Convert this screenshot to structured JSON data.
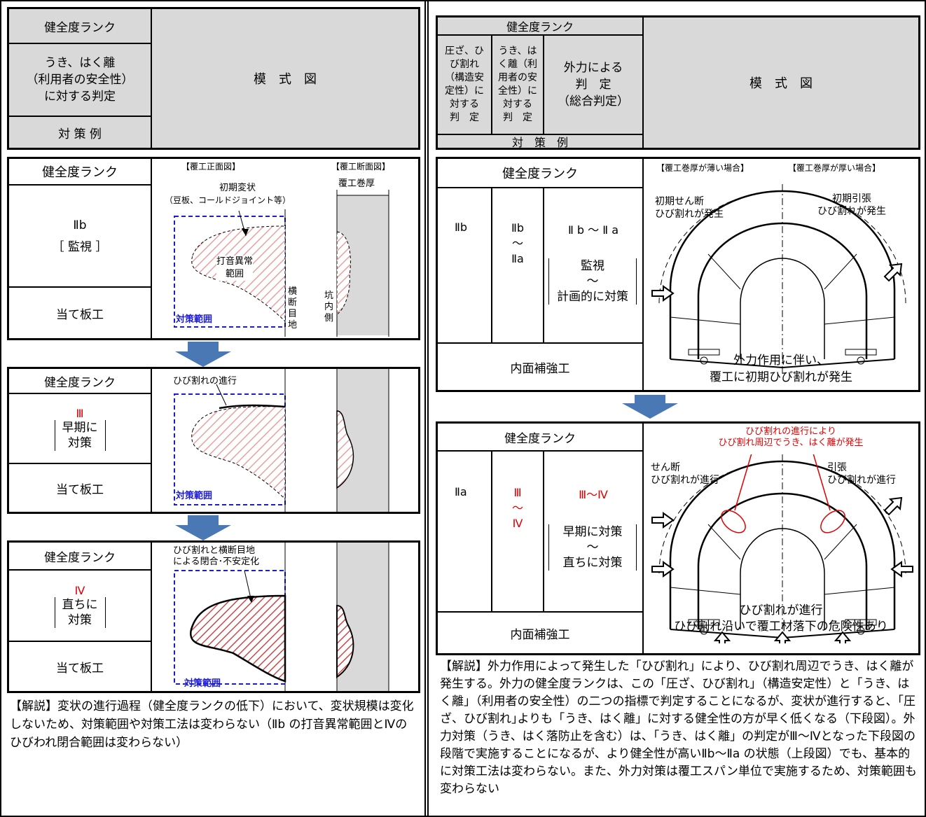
{
  "left": {
    "header": {
      "rank_label": "健全度ランク",
      "judgement": "うき、はく離\n（利用者の安全性）\nに対する判定",
      "schematic": "模　式　図",
      "measure": "対 策 例"
    },
    "stages": [
      {
        "rank_label": "健全度ランク",
        "rank": "Ⅱb",
        "status": "［ 監視 ］",
        "measure": "当て板工",
        "front_view_title": "【覆工正面図】",
        "section_title": "【覆工断面図】",
        "thickness_label": "覆工巻厚",
        "note1": "初期変状",
        "note2": "（豆板、コールドジョイント等）",
        "area_label": "打音異常\n範囲",
        "range_label": "対策範囲",
        "joint_label": "横\n断\n目\n地",
        "inner_label": "坑\n内\n側"
      },
      {
        "rank_label": "健全度ランク",
        "rank": "Ⅲ",
        "status": "早期に\n対策",
        "measure": "当て板工",
        "note": "ひび割れの進行",
        "range_label": "対策範囲"
      },
      {
        "rank_label": "健全度ランク",
        "rank": "Ⅳ",
        "status": "直ちに\n対策",
        "measure": "当て板工",
        "note": "ひび割れと横断目地\nによる閉合･不安定化",
        "range_label": "対策範囲"
      }
    ],
    "commentary": "【解説】変状の進行過程（健全度ランクの低下）において、変状規模は変化しないため、対策範囲や対策工法は変わらない（Ⅱb の打音異常範囲とⅣのひびわれ閉合範囲は変わらない）"
  },
  "right": {
    "header": {
      "rank_label": "健全度ランク",
      "col1": "圧ざ、ひ\nび割れ\n（構造安\n定性）に\n対する\n判　定",
      "col2": "うき、は\nく離（利\n用者の安\n全性）に\n対する\n判　定",
      "col3": "外力による\n判　定\n（総合判定）",
      "schematic": "模　式　図",
      "measure": "対　策　例"
    },
    "stage1": {
      "rank_label": "健全度ランク",
      "c1": "Ⅱb",
      "c2": "Ⅱb\n～\nⅡa",
      "c3": "Ⅱ b ～ Ⅱ a",
      "c3_status": "監視\n～\n計画的に対策",
      "measure": "内面補強工",
      "thin_title": "【覆工巻厚が薄い場合】",
      "thick_title": "【覆工巻厚が厚い場合】",
      "shear_note": "初期せん断\nひび割れが発生",
      "tension_note": "初期引張\nひび割れが発生",
      "caption": "外力作用に伴い、\n覆工に初期ひび割れが発生"
    },
    "stage2": {
      "rank_label": "健全度ランク",
      "c1": "Ⅱa",
      "c2": "Ⅲ\n～\nⅣ",
      "c3": "Ⅲ～Ⅳ",
      "c3_status": "早期に対策\n～\n直ちに対策",
      "measure": "内面補強工",
      "red_note": "ひび割れの進行により\nひび割れ周辺でうき、はく離が発生",
      "shear_note": "せん断\nひび割れが進行",
      "tension_note": "引張\nひび割れが進行",
      "caption": "ひび割れが進行\nひび割れ沿いで覆工材落下の危険性あり"
    },
    "commentary": "【解説】外力作用によって発生した「ひび割れ」により、ひび割れ周辺でうき、はく離が発生する。外力の健全度ランクは、この「圧ざ、ひび割れ」（構造安定性）と「うき、はく離」（利用者の安全性）の二つの指標で判定することになるが、変状が進行すると、｢圧ざ、ひび割れ｣よりも「うき、はく離」に対する健全性の方が早く低くなる（下段図）。外力対策（うき、はく落防止を含む）は、「うき、はく離」の判定がⅢ～Ⅳとなった下段図の段階で実施することになるが、より健全性が高いⅡb～Ⅱa の状態（上段図）でも、基本的に対策工法は変わらない。また、外力対策は覆工スパン単位で実施するため、対策範囲も変わらない"
  },
  "colors": {
    "header_bg": "#d9d9d9",
    "arrow": "#4a78b5",
    "hatch": "#e9a1a1",
    "red": "#e00000",
    "blue": "#1c1cd6"
  }
}
